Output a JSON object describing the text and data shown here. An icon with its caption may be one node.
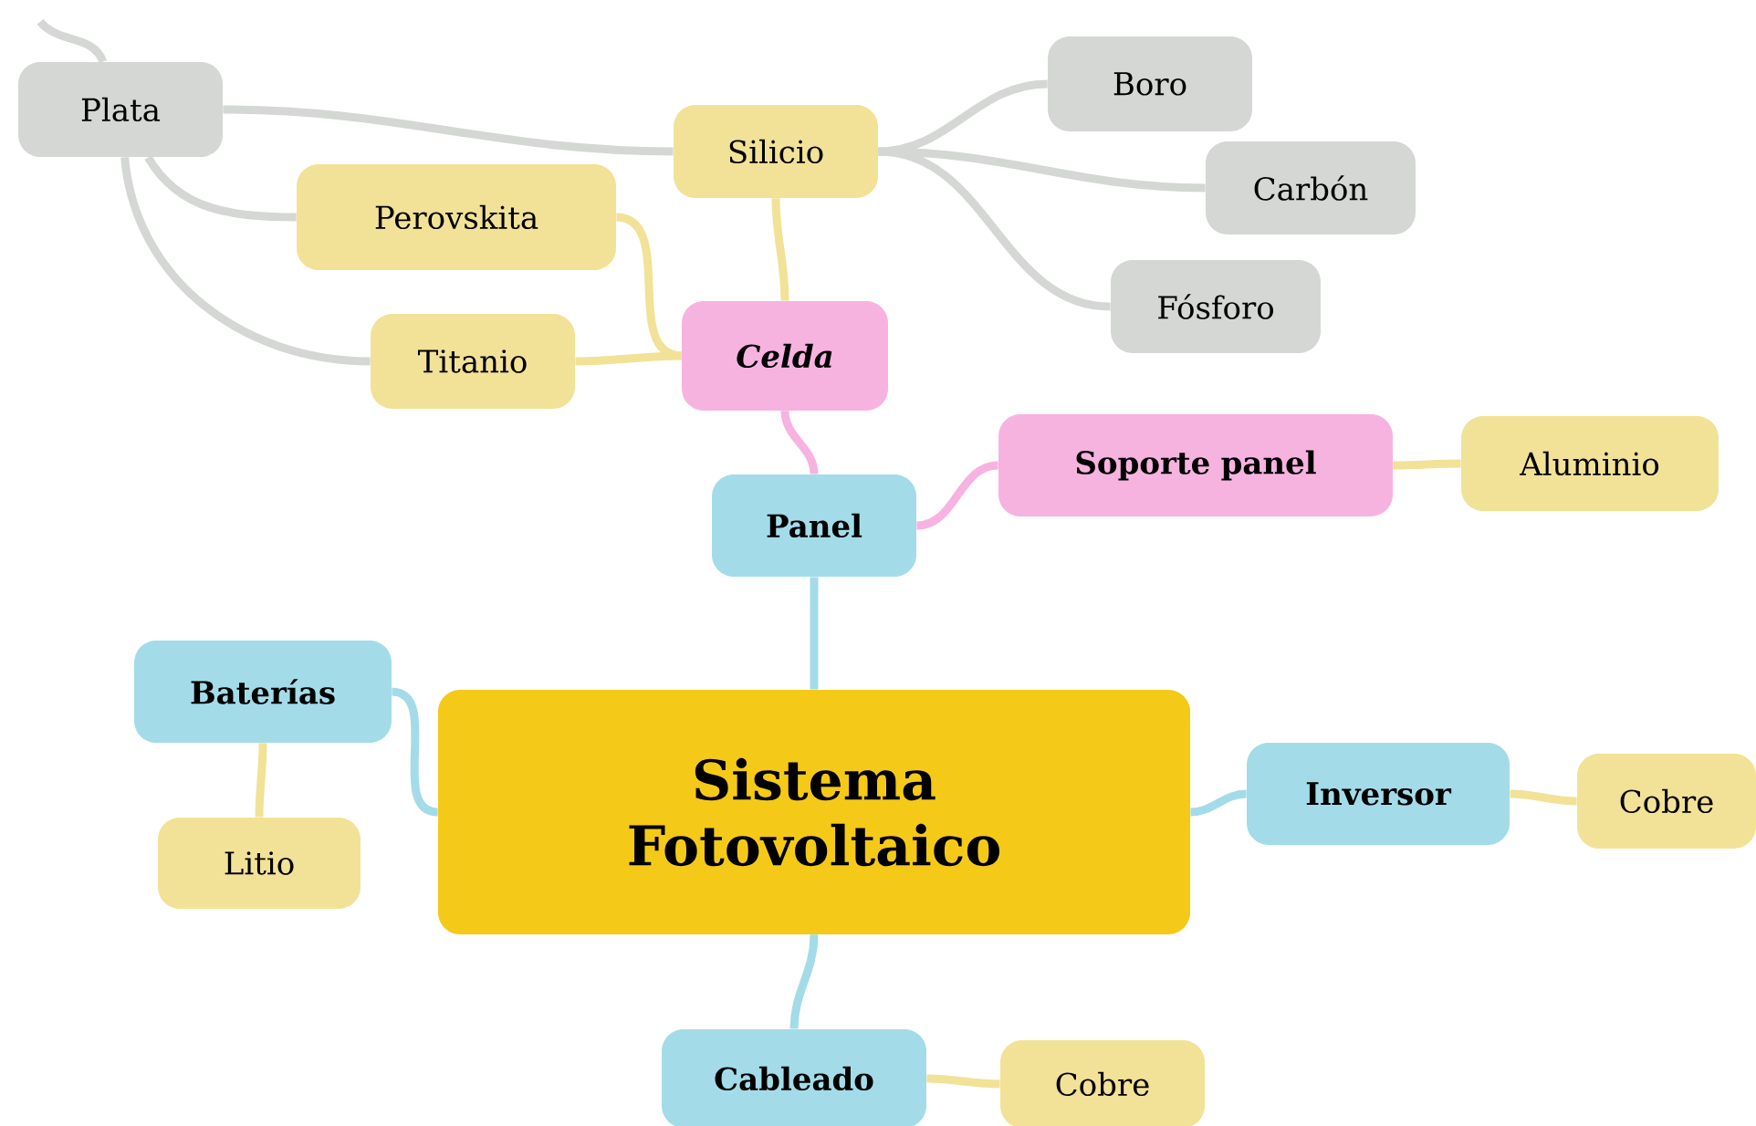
{
  "diagram": {
    "nodes": [
      {
        "text": [
          "Sistema Fotovoltaico"
        ]
      },
      {
        "text": [
          "Panel"
        ]
      },
      {
        "text": [
          "Celda"
        ]
      },
      {
        "text": [
          "Silicio"
        ]
      },
      {
        "text": [
          "Perovskita"
        ]
      },
      {
        "text": [
          "Titanio"
        ]
      },
      {
        "text": [
          "Plata"
        ]
      },
      {
        "text": [
          "Boro"
        ]
      },
      {
        "text": [
          "Carbón"
        ]
      },
      {
        "text": [
          "Fósforo"
        ]
      },
      {
        "text": [
          "Soporte panel"
        ]
      },
      {
        "text": [
          "Aluminio"
        ]
      },
      {
        "text": [
          "Baterías"
        ]
      },
      {
        "text": [
          "Litio"
        ]
      },
      {
        "text": [
          "Inversor"
        ]
      },
      {
        "text": [
          "Cobre"
        ]
      },
      {
        "text": [
          "Cableado"
        ]
      },
      {
        "text": [
          "Cobre"
        ]
      }
    ],
    "edges": [
      {
        "from": 0,
        "to": 1,
        "arrow": "none",
        "color": "#a3dce8"
      },
      {
        "from": 1,
        "to": 2,
        "arrow": "none",
        "color": "#f7b3e0"
      },
      {
        "from": 2,
        "to": 3,
        "arrow": "none",
        "color": "#f2e297"
      },
      {
        "from": 2,
        "to": 4,
        "arrow": "none",
        "color": "#f2e297"
      },
      {
        "from": 2,
        "to": 5,
        "arrow": "none",
        "color": "#f2e297"
      },
      {
        "from": 3,
        "to": 6,
        "arrow": "none",
        "color": "#d4d7d4"
      },
      {
        "from": 6,
        "to": 4,
        "arrow": "none",
        "color": "#d4d7d4"
      },
      {
        "from": 6,
        "to": 5,
        "arrow": "none",
        "color": "#d4d7d4"
      },
      {
        "from": 6,
        "to": null,
        "arrow": "none",
        "color": "#d4d7d4"
      },
      {
        "from": 3,
        "to": 7,
        "arrow": "none",
        "color": "#d4d7d4"
      },
      {
        "from": 3,
        "to": 8,
        "arrow": "none",
        "color": "#d4d7d4"
      },
      {
        "from": 3,
        "to": 9,
        "arrow": "none",
        "color": "#d4d7d4"
      },
      {
        "from": 1,
        "to": 10,
        "arrow": "none",
        "color": "#f7b3e0"
      },
      {
        "from": 10,
        "to": 11,
        "arrow": "none",
        "color": "#f2e297"
      },
      {
        "from": 0,
        "to": 12,
        "arrow": "none",
        "color": "#a3dce8"
      },
      {
        "from": 12,
        "to": 13,
        "arrow": "none",
        "color": "#f2e297"
      },
      {
        "from": 0,
        "to": 14,
        "arrow": "none",
        "color": "#a3dce8"
      },
      {
        "from": 14,
        "to": 15,
        "arrow": "none",
        "color": "#f2e297"
      },
      {
        "from": 0,
        "to": 16,
        "arrow": "none",
        "color": "#a3dce8"
      },
      {
        "from": 16,
        "to": 17,
        "arrow": "none",
        "color": "#f2e297"
      }
    ]
  }
}
